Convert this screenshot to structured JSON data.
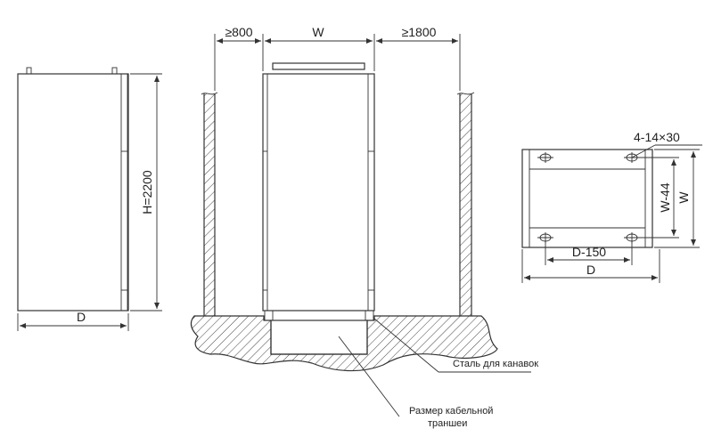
{
  "front": {
    "height_label": "H=2200",
    "depth_label": "D"
  },
  "section": {
    "left_clearance": "≥800",
    "width_label": "W",
    "right_clearance": "≥1800",
    "channel_note": "Сталь для канавок",
    "trench_note_line1": "Размер кабельной",
    "trench_note_line2": "траншеи"
  },
  "base": {
    "holes_label": "4-14×30",
    "inner_height_label": "W-44",
    "outer_height_label": "W",
    "inner_width_label": "D-150",
    "outer_width_label": "D"
  }
}
